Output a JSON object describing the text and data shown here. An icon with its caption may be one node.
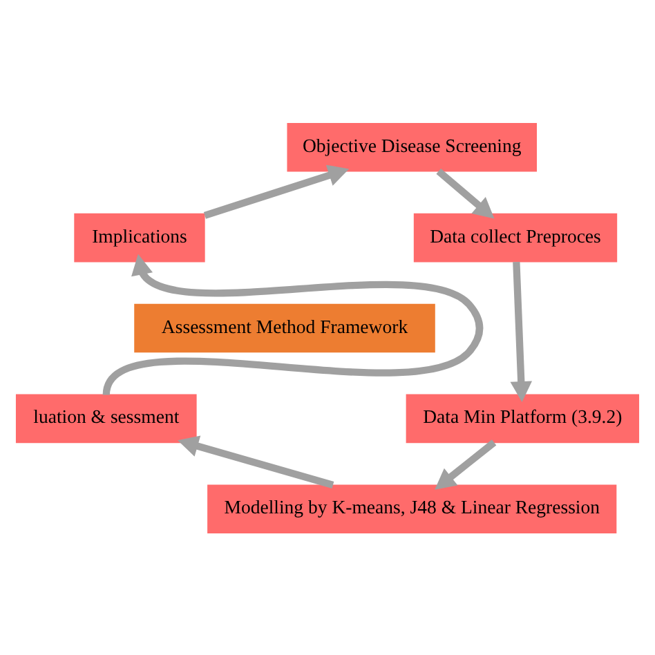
{
  "diagram": {
    "nodes": [
      {
        "text": [
          "Objective Disease Screening"
        ]
      },
      {
        "text": [
          "Data collect Preproces"
        ]
      },
      {
        "text": [
          "Data Min Platform (3.9.2)"
        ]
      },
      {
        "text": [
          "Modelling by K-means, J48 & Linear Regression"
        ]
      },
      {
        "text": [
          "luation & sessment"
        ]
      },
      {
        "text": [
          "Implications"
        ]
      },
      {
        "text": [
          "Assessment Method Framework"
        ]
      }
    ],
    "edges": [
      {
        "from": 0,
        "to": 1,
        "arrow": "to"
      },
      {
        "from": 1,
        "to": 2,
        "arrow": "to"
      },
      {
        "from": 2,
        "to": 3,
        "arrow": "to"
      },
      {
        "from": 3,
        "to": 4,
        "arrow": "to"
      },
      {
        "from": 4,
        "to": 5,
        "arrow": "to"
      },
      {
        "from": 5,
        "to": 0,
        "arrow": "to"
      }
    ]
  }
}
